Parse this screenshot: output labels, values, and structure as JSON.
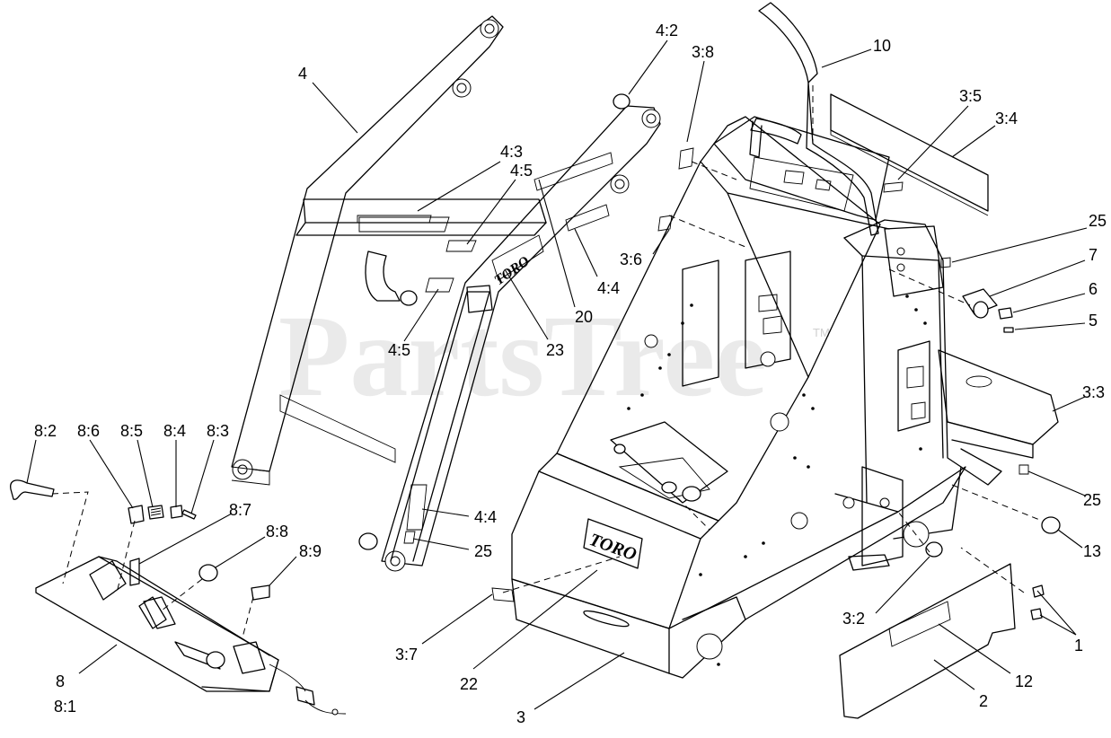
{
  "watermark": {
    "text": "PartsTree",
    "mark": "TM"
  },
  "logo_text": "TORO",
  "callouts": [
    {
      "id": "c-4",
      "text": "4"
    },
    {
      "id": "c-4-2",
      "text": "4:2"
    },
    {
      "id": "c-3-8",
      "text": "3:8"
    },
    {
      "id": "c-10",
      "text": "10"
    },
    {
      "id": "c-3-5",
      "text": "3:5"
    },
    {
      "id": "c-3-4",
      "text": "3:4"
    },
    {
      "id": "c-4-3",
      "text": "4:3"
    },
    {
      "id": "c-4-5a",
      "text": "4:5"
    },
    {
      "id": "c-25a",
      "text": "25"
    },
    {
      "id": "c-3-6",
      "text": "3:6"
    },
    {
      "id": "c-4-4a",
      "text": "4:4"
    },
    {
      "id": "c-7",
      "text": "7"
    },
    {
      "id": "c-6",
      "text": "6"
    },
    {
      "id": "c-20",
      "text": "20"
    },
    {
      "id": "c-5",
      "text": "5"
    },
    {
      "id": "c-4-5b",
      "text": "4:5"
    },
    {
      "id": "c-23",
      "text": "23"
    },
    {
      "id": "c-3-3",
      "text": "3:3"
    },
    {
      "id": "c-8-2",
      "text": "8:2"
    },
    {
      "id": "c-8-6",
      "text": "8:6"
    },
    {
      "id": "c-8-5",
      "text": "8:5"
    },
    {
      "id": "c-8-4",
      "text": "8:4"
    },
    {
      "id": "c-8-3",
      "text": "8:3"
    },
    {
      "id": "c-25b",
      "text": "25"
    },
    {
      "id": "c-8-7",
      "text": "8:7"
    },
    {
      "id": "c-4-4b",
      "text": "4:4"
    },
    {
      "id": "c-8-8",
      "text": "8:8"
    },
    {
      "id": "c-13",
      "text": "13"
    },
    {
      "id": "c-25c",
      "text": "25"
    },
    {
      "id": "c-8-9",
      "text": "8:9"
    },
    {
      "id": "c-3-2",
      "text": "3:2"
    },
    {
      "id": "c-1",
      "text": "1"
    },
    {
      "id": "c-3-7",
      "text": "3:7"
    },
    {
      "id": "c-8",
      "text": "8"
    },
    {
      "id": "c-12",
      "text": "12"
    },
    {
      "id": "c-22",
      "text": "22"
    },
    {
      "id": "c-8-1",
      "text": "8:1"
    },
    {
      "id": "c-2",
      "text": "2"
    },
    {
      "id": "c-3",
      "text": "3"
    }
  ]
}
